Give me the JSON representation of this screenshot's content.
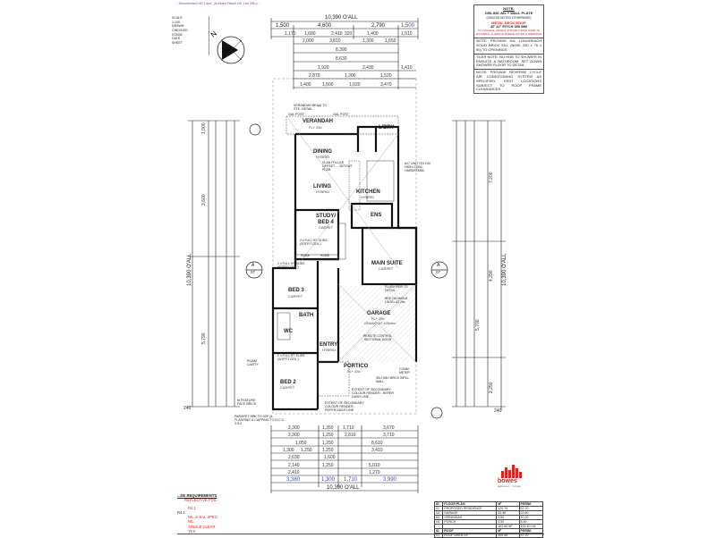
{
  "file_path": "... Documents\\0 HD 1 and _Archived Files\\0 HD 1 an 306 p...",
  "side_panel": [
    "SCALE",
    "1:100",
    "DRAWN",
    "CHECKED",
    "STAGE",
    "DATE",
    "SHEET"
  ],
  "rooms": {
    "verandah": {
      "name": "VERANDAH",
      "sub": "FL+ 25c"
    },
    "dining": {
      "name": "DINING",
      "sub": "HYBRID"
    },
    "living": {
      "name": "LIVING",
      "sub": "HYBRID"
    },
    "kitchen": {
      "name": "KITCHEN",
      "sub": "HYBRID"
    },
    "ldry": {
      "name": "L'DRY"
    },
    "study": {
      "name": "STUDY/ BED 4",
      "sub": "CARPET"
    },
    "ens": {
      "name": "ENS"
    },
    "main_suite": {
      "name": "MAIN SUITE",
      "sub": "CARPET"
    },
    "bed3": {
      "name": "BED 3",
      "sub": "CARPET"
    },
    "bath": {
      "name": "BATH"
    },
    "wc": {
      "name": "WC"
    },
    "entry": {
      "name": "ENTRY",
      "sub": "HYBRID"
    },
    "garage": {
      "name": "GARAGE",
      "sub": "FL+ 25c",
      "sub2": "GRANO AT 100mm"
    },
    "portico": {
      "name": "PORTICO",
      "sub": "FL+ 25c"
    },
    "bed2": {
      "name": "BED 2",
      "sub": "CARPET"
    }
  },
  "annotations": {
    "verandah_beam": "VERANDAH BEAM TO STE. DETAIL",
    "gal_post_1": "GAL POST",
    "gal_post_2": "GAL POST",
    "slab": "SLAB FOLLAR OFFSET ... SETOUT PLAN",
    "ac_unit": "A/C UNIT ON 100 HIGH CONC HARDSTAND",
    "robe1": "ROBE",
    "robe2": "ROBE",
    "study_robe": "2 x FULL HT. SLIDS (SOFFIT CEIL.)",
    "bed3_robe": "2 x FULL HT. SLIDS (SOFFIT CEIL.)",
    "bed2_robe": "2 x FULL HT. SLIDS (SOFFIT CEIL.)",
    "flush_pier": "FLUSH PIER TO DETAIL",
    "brick_angle": "BRK ON ANGLE LINTEL AT 28c",
    "remote_door": "REMOTE CONTROL SECTIONAL DOOR",
    "high_brick": "30c HIGH BRICK INFILL WALL",
    "extent1": "EXTENT OF SECONDARY COLOUR RENDER - REFER DASH LINE",
    "extent2": "EXTENT OF SECONDARY COLOUR RENDER - REFER DASH LINE",
    "parapet": "PARAPET BRK TO 32P (& FLASHING & CAPPING TO N.C.C. 3.5.4",
    "feature": "fe FEATURE FACE BRICK",
    "roam_cavity": "ROAM CAVITY",
    "comm_meter": "COMM. METER"
  },
  "dimensions": {
    "top_overall": "10,390 O'ALL",
    "top": [
      "1,500",
      "4,600",
      "2,790",
      "1,500"
    ],
    "top_rows": [
      [
        "1,170",
        "1,680",
        "2,410",
        "320",
        "1,400",
        "1,510"
      ],
      [
        "2,000",
        "3,810",
        "1,300",
        "1,650"
      ],
      [
        "8,390"
      ],
      [
        "8,630"
      ],
      [
        "1,920",
        "2,430",
        "1,410"
      ],
      [
        "2,870",
        "1,200",
        "1,520"
      ],
      [
        "1,400",
        "1,500",
        "1,020",
        "3,470"
      ]
    ],
    "bottom_rows": [
      [
        "2,300",
        "1,350",
        "1,710",
        "3,670"
      ],
      [
        "2,300",
        "1,250",
        "2,810",
        "3,710"
      ],
      [
        "1,050",
        "1,250",
        "8,610"
      ],
      [
        "1,300",
        "1,250",
        "1,250",
        "3,410"
      ],
      [
        "2,630",
        "1,600"
      ],
      [
        "2,140",
        "1,250",
        "5,010"
      ],
      [
        "2,410",
        "1,270"
      ]
    ],
    "bottom": [
      "3,380",
      "1,300",
      "1,710",
      "3,990"
    ],
    "bottom_overall": "10,390 O'ALL",
    "left_overall": "10,390 O'ALL",
    "left": [
      "1,000",
      "3,600",
      "5,790",
      "240"
    ],
    "right_overall": "10,390 O'ALL",
    "right": [
      "7,200",
      "4,290",
      "5,700",
      "2,250",
      "240"
    ]
  },
  "section_markers": [
    {
      "letter": "A",
      "sheet": "07"
    },
    {
      "letter": "A",
      "sheet": "07"
    }
  ],
  "notes": {
    "heading": "NOTE:",
    "ceiling": "CEILING 28c + WALL PLATE",
    "unless": "(UNLESS NOTED OTHERWISE)",
    "roof": "METAL DECK ROOF",
    "pitch": "AT 22° PITCH 300 MM",
    "eaves": "TO CONCEAL LEVELS AT BASE FINISH OVER TO EXTERNAL SURFACE WHERE NOTED OTHERWISE",
    "blocks": [
      "NOTE: PROVIDE 611 LONGREACH SOLID BRICK SILL (NOM. 230 x 76 x 90) TO OPENINGS",
      "TILER NOTE: NO HOB TO SHOWER IN ENSUITE & BATHROOM. SET DOWN SHOWER FLOOR TO DETAIL",
      "NOTE: PROVIDE REVERSE CYCLE AIR CONDITIONING SYSTEM AS SPECIFIED. VENT LOCATIONS SUBJECT TO ROOF FRAME CLEARANCES"
    ]
  },
  "requirements": {
    "title": "...DE REQUIREMENTS",
    "rows": [
      {
        "label": "",
        "value": "REFLECTIVE FOIL"
      },
      {
        "label": "",
        "value": "R4.1"
      },
      {
        "label": "R4.1",
        "value": ""
      },
      {
        "label": "",
        "value": "NIL or BAL SPEC."
      },
      {
        "label": "",
        "value": "NIL"
      },
      {
        "label": "",
        "value": "SINGLE CLEAR"
      },
      {
        "label": "",
        "value": "YES"
      }
    ]
  },
  "logo": {
    "text": "bowes",
    "tagline": "approved ... homes"
  },
  "area_table": {
    "headers": [
      "ID",
      "FLOOR PLAN",
      "M²",
      "PERIM."
    ],
    "rows": [
      [
        "01",
        "PROPOSED RESIDENCE",
        "120.74",
        "57.20"
      ],
      [
        "02",
        "GARAGE",
        "33.98",
        "23.60"
      ],
      [
        "03",
        "VERANDAH",
        "4.50",
        "10.20"
      ],
      [
        "04",
        "PORCH",
        "4.50",
        "8.90"
      ],
      [
        "",
        "",
        "163.82 M²",
        "100.40 LM"
      ]
    ],
    "roof_headers": [
      "ID",
      "ROOF",
      "M²",
      "PERIM."
    ],
    "roof_rows": [
      [
        "01",
        "ROOF AREA GF",
        "190.55",
        "57.20"
      ]
    ]
  },
  "colors": {
    "accent_red": "#d22222",
    "dim_blue": "#3a4aa0",
    "wall": "#111111"
  }
}
